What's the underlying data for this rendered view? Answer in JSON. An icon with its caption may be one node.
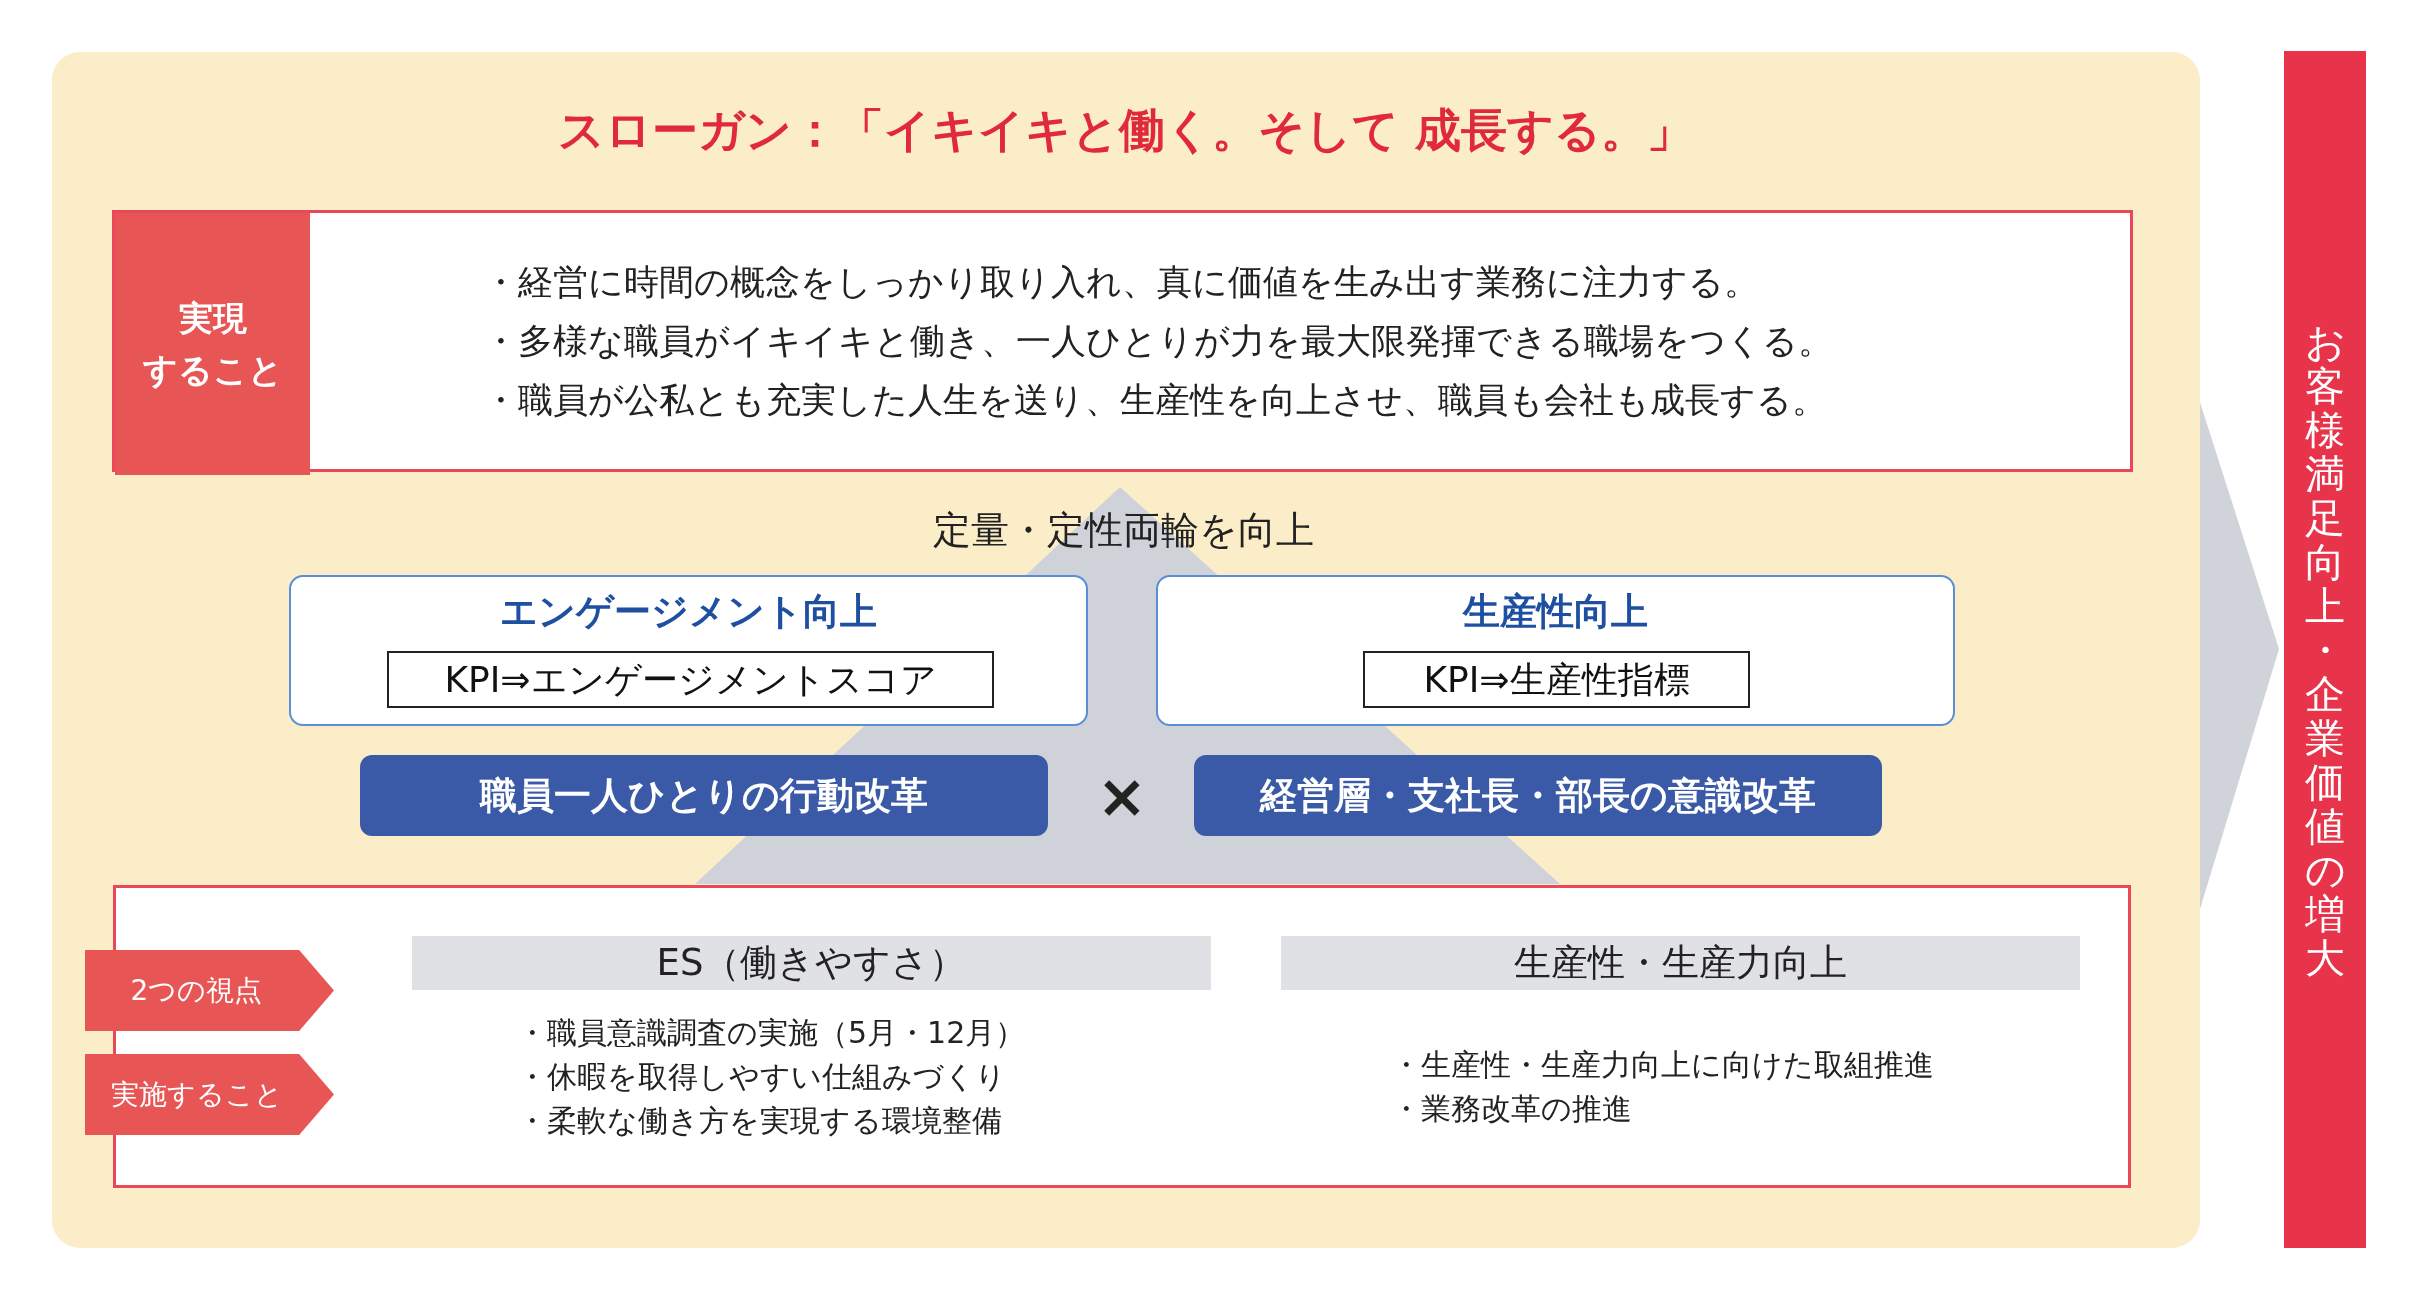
{
  "diagram": {
    "title": "スローガン：「イキイキと働く。そして 成長する。」",
    "nodes": [
      {
        "text": [
          "・経営に時間の概念をしっかり取り入れ、真に価値を生み出す業務に注力する。",
          "・多様な職員がイキイキと働き、一人ひとりが力を最大限発揮できる職場をつくる。",
          "・職員が公私とも充実した人生を送り、生産性を向上させ、職員も会社も成長する。"
        ]
      },
      {
        "text": [
          "実現",
          "すること"
        ],
        "in": 0
      },
      {
        "text": [
          "エンゲージメント向上"
        ]
      },
      {
        "text": [
          "KPI⇒エンゲージメントスコア"
        ],
        "in": 2
      },
      {
        "text": [
          "生産性向上"
        ]
      },
      {
        "text": [
          "KPI⇒生産性指標"
        ],
        "in": 4
      },
      {
        "text": [
          "職員一人ひとりの行動改革"
        ]
      },
      {
        "text": [
          "経営層・支社長・部長の意識改革"
        ]
      },
      {
        "text": [],
        "shape": "box"
      },
      {
        "text": [
          "2つの視点"
        ]
      },
      {
        "text": [
          "実施すること"
        ]
      },
      {
        "text": [
          "ES（働きやすさ）"
        ],
        "in": 8,
        "beside": [
          "・職員意識調査の実施（5月・12月）",
          "・休暇を取得しやすい仕組みづくり",
          "・柔軟な働き方を実現する環境整備"
        ]
      },
      {
        "text": [
          "生産性・生産力向上"
        ],
        "in": 8,
        "beside": [
          "・生産性・生産力向上に向けた取組推進",
          "・業務改革の推進"
        ]
      },
      {
        "text": [
          "お客様満足向上・企業価値の増大"
        ]
      }
    ],
    "labels": [
      "定量・定性両輪を向上",
      "×"
    ]
  }
}
